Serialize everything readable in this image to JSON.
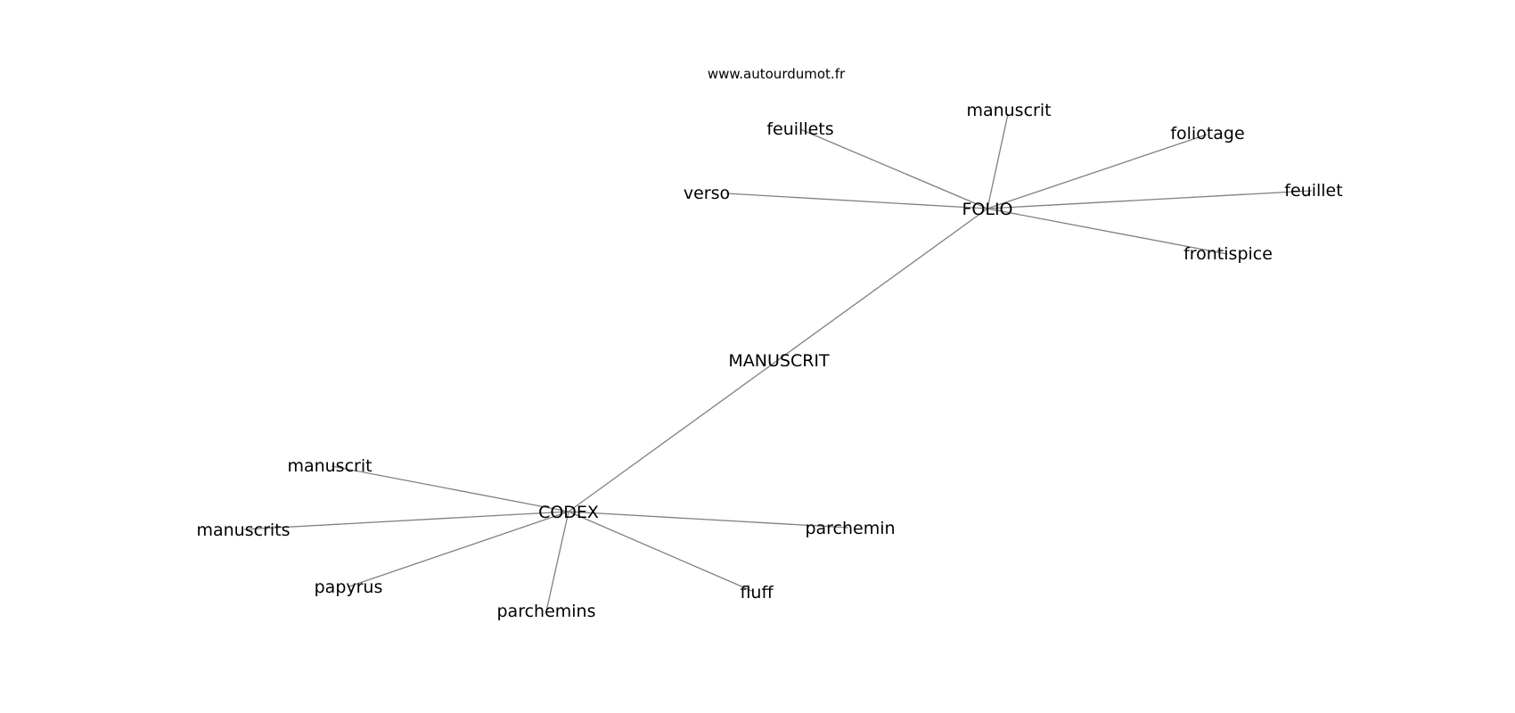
{
  "website": "www.autourdumot.fr",
  "center": "MANUSCRIT",
  "hubs": {
    "folio": {
      "label": "FOLIO",
      "words": [
        "feuillets",
        "manuscrit",
        "foliotage",
        "verso",
        "feuillet",
        "frontispice"
      ]
    },
    "codex": {
      "label": "CODEX",
      "words": [
        "manuscrit",
        "manuscrits",
        "parchemin",
        "papyrus",
        "fluff",
        "parchemins"
      ]
    }
  },
  "colors": {
    "edge": "#808080",
    "text": "#000000",
    "background": "#ffffff"
  }
}
